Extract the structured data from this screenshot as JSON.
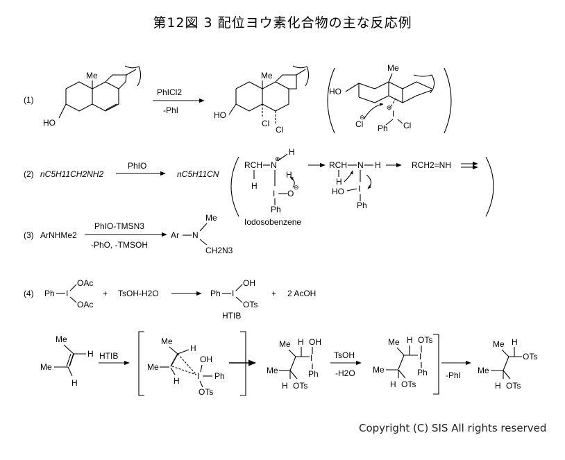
{
  "title": "第12図 3 配位ヨウ素化合物の主な反応例",
  "copyright": "Copyright (C) SIS All rights reserved",
  "reactions": [
    {
      "label": "(1)",
      "reactant": {
        "me": "Me",
        "oh": "HO"
      },
      "reagent_top": "PhICl2",
      "reagent_bottom": "-PhI",
      "product": {
        "me": "Me",
        "oh": "HO",
        "cl1": "Cl",
        "cl2": "Cl"
      },
      "intermediate": {
        "me": "Me",
        "oh": "HO",
        "cl": "Cl",
        "ph": "Ph",
        "cl2": "Cl",
        "iodine": "I"
      }
    },
    {
      "label": "(2)",
      "reactant": "nC5H11CH2NH2",
      "reagent_top": "PhIO",
      "product": "nC5H11CN",
      "mechanism": {
        "rch": "RCH",
        "n": "N",
        "h": "H",
        "i": "I",
        "o": "O",
        "ph": "Ph",
        "caption": "Iodosobenzene",
        "imine": "RCH2=NH",
        "ho": "HO"
      }
    },
    {
      "label": "(3)",
      "reactant": "ArNHMe2",
      "reagent_top": "PhIO-TMSN3",
      "reagent_bottom": "-PhO, -TMSOH",
      "product": {
        "ar": "Ar",
        "n": "N",
        "me": "Me",
        "ch2n3": "CH2N3"
      }
    },
    {
      "label": "(4)",
      "reactant": {
        "ph": "Ph",
        "i": "I",
        "oac1": "OAc",
        "oac2": "OAc"
      },
      "plus1": "+",
      "reagent2": "TsOH-H2O",
      "product": {
        "ph": "Ph",
        "i": "I",
        "oh": "OH",
        "ots": "OTs",
        "name": "HTIB"
      },
      "plus2": "+",
      "byproduct": "2 AcOH"
    },
    {
      "alkene": {
        "me1": "Me",
        "h1": "H",
        "me2": "Me",
        "h2": "H"
      },
      "reagent": "HTIB",
      "complex": {
        "me1": "Me",
        "h1": "H",
        "me2": "Me",
        "h2": "H",
        "oh": "OH",
        "i": "I",
        "ph": "Ph",
        "ots": "OTs"
      },
      "adduct": {
        "me1": "Me",
        "h1": "H",
        "oh": "OH",
        "i": "I",
        "me2": "Me",
        "ph": "Ph",
        "h2": "H",
        "ots": "OTs"
      },
      "step2_top": "TsOH",
      "step2_bottom": "-H2O",
      "tosylate": {
        "me1": "Me",
        "h1": "H",
        "ots1": "OTs",
        "i": "I",
        "me2": "Me",
        "ph": "Ph",
        "h2": "H",
        "ots2": "OTs"
      },
      "step3": "-PhI",
      "final": {
        "me1": "Me",
        "h1": "H",
        "ots1": "OTs",
        "me2": "Me",
        "h2": "H",
        "ots2": "OTs"
      }
    }
  ]
}
